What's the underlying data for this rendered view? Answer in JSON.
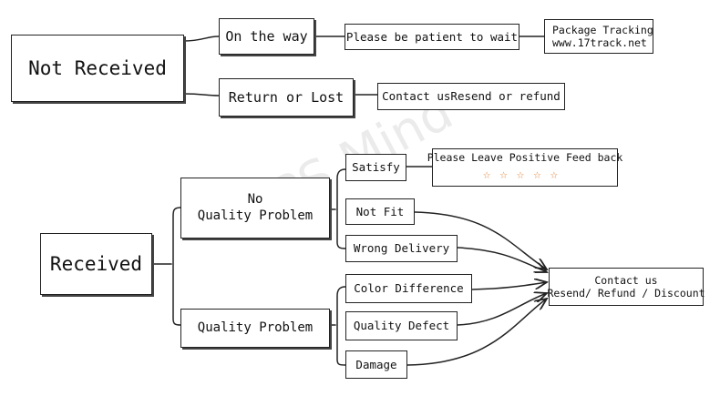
{
  "watermark": "WPS Mind",
  "nodes": {
    "not_received": "Not Received",
    "on_the_way": "On the way",
    "return_or_lost": "Return or Lost",
    "be_patient": "Please be patient to wait",
    "tracking_title": "Package Tracking",
    "tracking_url": "www.17track.net",
    "contact_resend_refund": "Contact usResend or refund",
    "received": "Received",
    "no_quality_line1": "No",
    "no_quality_line2": "Quality Problem",
    "quality_problem": "Quality Problem",
    "satisfy": "Satisfy",
    "not_fit": "Not Fit",
    "wrong_delivery": "Wrong Delivery",
    "color_difference": "Color Difference",
    "quality_defect": "Quality Defect",
    "damage": "Damage",
    "feedback": "Please Leave Positive Feed back",
    "stars": "☆☆☆☆☆",
    "contact_us": "Contact us",
    "resend_options": "Resend/ Refund / Discount"
  },
  "colors": {
    "star": "#e07a2a",
    "line": "#222222"
  }
}
